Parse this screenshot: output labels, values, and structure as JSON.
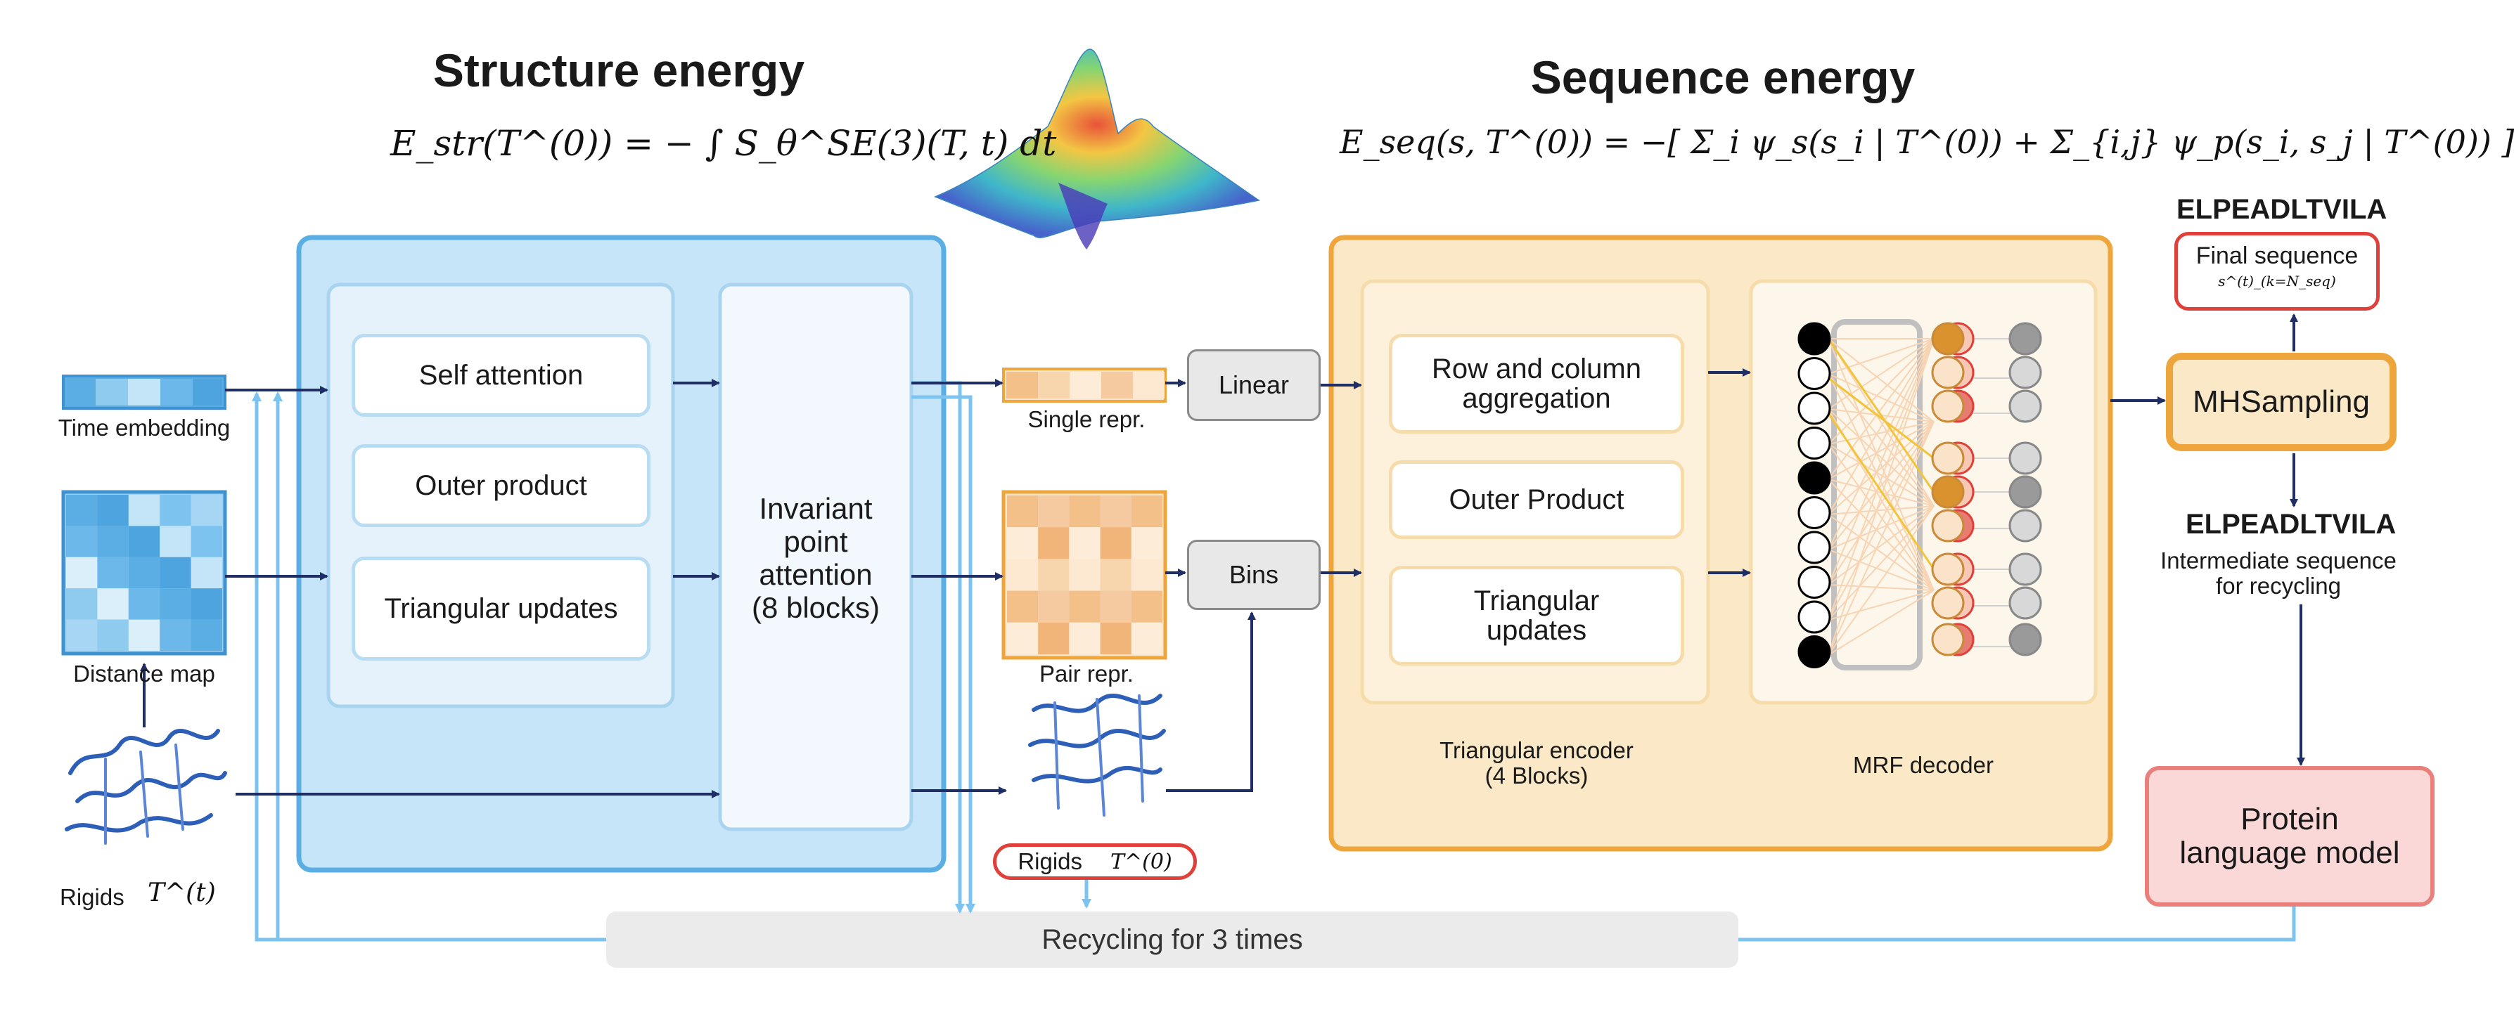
{
  "structure_energy": {
    "title": "Structure energy",
    "formula": "E_str(T^(0)) = − ∫ S_θ^SE(3)(T, t) dt"
  },
  "sequence_energy": {
    "title": "Sequence energy",
    "formula": "E_seq(s, T^(0)) = −[ Σ_i ψ_s(s_i | T^(0)) + Σ_{i,j} ψ_p(s_i, s_j | T^(0)) ]"
  },
  "inputs": {
    "time_embedding": "Time embedding",
    "distance_map": "Distance map",
    "rigids": "Rigids",
    "rigids_symbol": "T^(t)"
  },
  "structure_module": {
    "self_attention": "Self attention",
    "outer_product": "Outer product",
    "triangular_updates": "Triangular updates",
    "ipa_line1": "Invariant",
    "ipa_line2": "point",
    "ipa_line3": "attention",
    "ipa_line4": "(8 blocks)"
  },
  "representations": {
    "single": "Single repr.",
    "pair": "Pair repr.",
    "rigids_out": "Rigids",
    "rigids_out_symbol": "T^(0)"
  },
  "ops": {
    "linear": "Linear",
    "bins": "Bins"
  },
  "sequence_module": {
    "row_col_line1": "Row and column",
    "row_col_line2": "aggregation",
    "outer_product": "Outer Product",
    "triangular_updates_line1": "Triangular",
    "triangular_updates_line2": "updates",
    "encoder_line1": "Triangular encoder",
    "encoder_line2": "(4 Blocks)",
    "decoder": "MRF decoder"
  },
  "output": {
    "final_seq_text": "ELPEADLTVILA",
    "final_sequence_label": "Final sequence",
    "final_sequence_symbol": "s^(t)_(k=N_seq)",
    "mh_sampling": "MHSampling",
    "intermediate_seq_text": "ELPEADLTVILA",
    "intermediate_line1": "Intermediate sequence",
    "intermediate_line2": "for recycling",
    "plm_line1": "Protein",
    "plm_line2": "language model"
  },
  "recycling": "Recycling for 3 times",
  "colors": {
    "blue_panel": "#c7e5f8",
    "blue_border": "#5aaee3",
    "orange_panel": "#fbe8c6",
    "orange_border": "#eea63c",
    "red_border": "#e0403a",
    "pink_fill": "#fbd8d8",
    "arrow": "#1f2f66",
    "light_arrow": "#7cc3ef"
  }
}
